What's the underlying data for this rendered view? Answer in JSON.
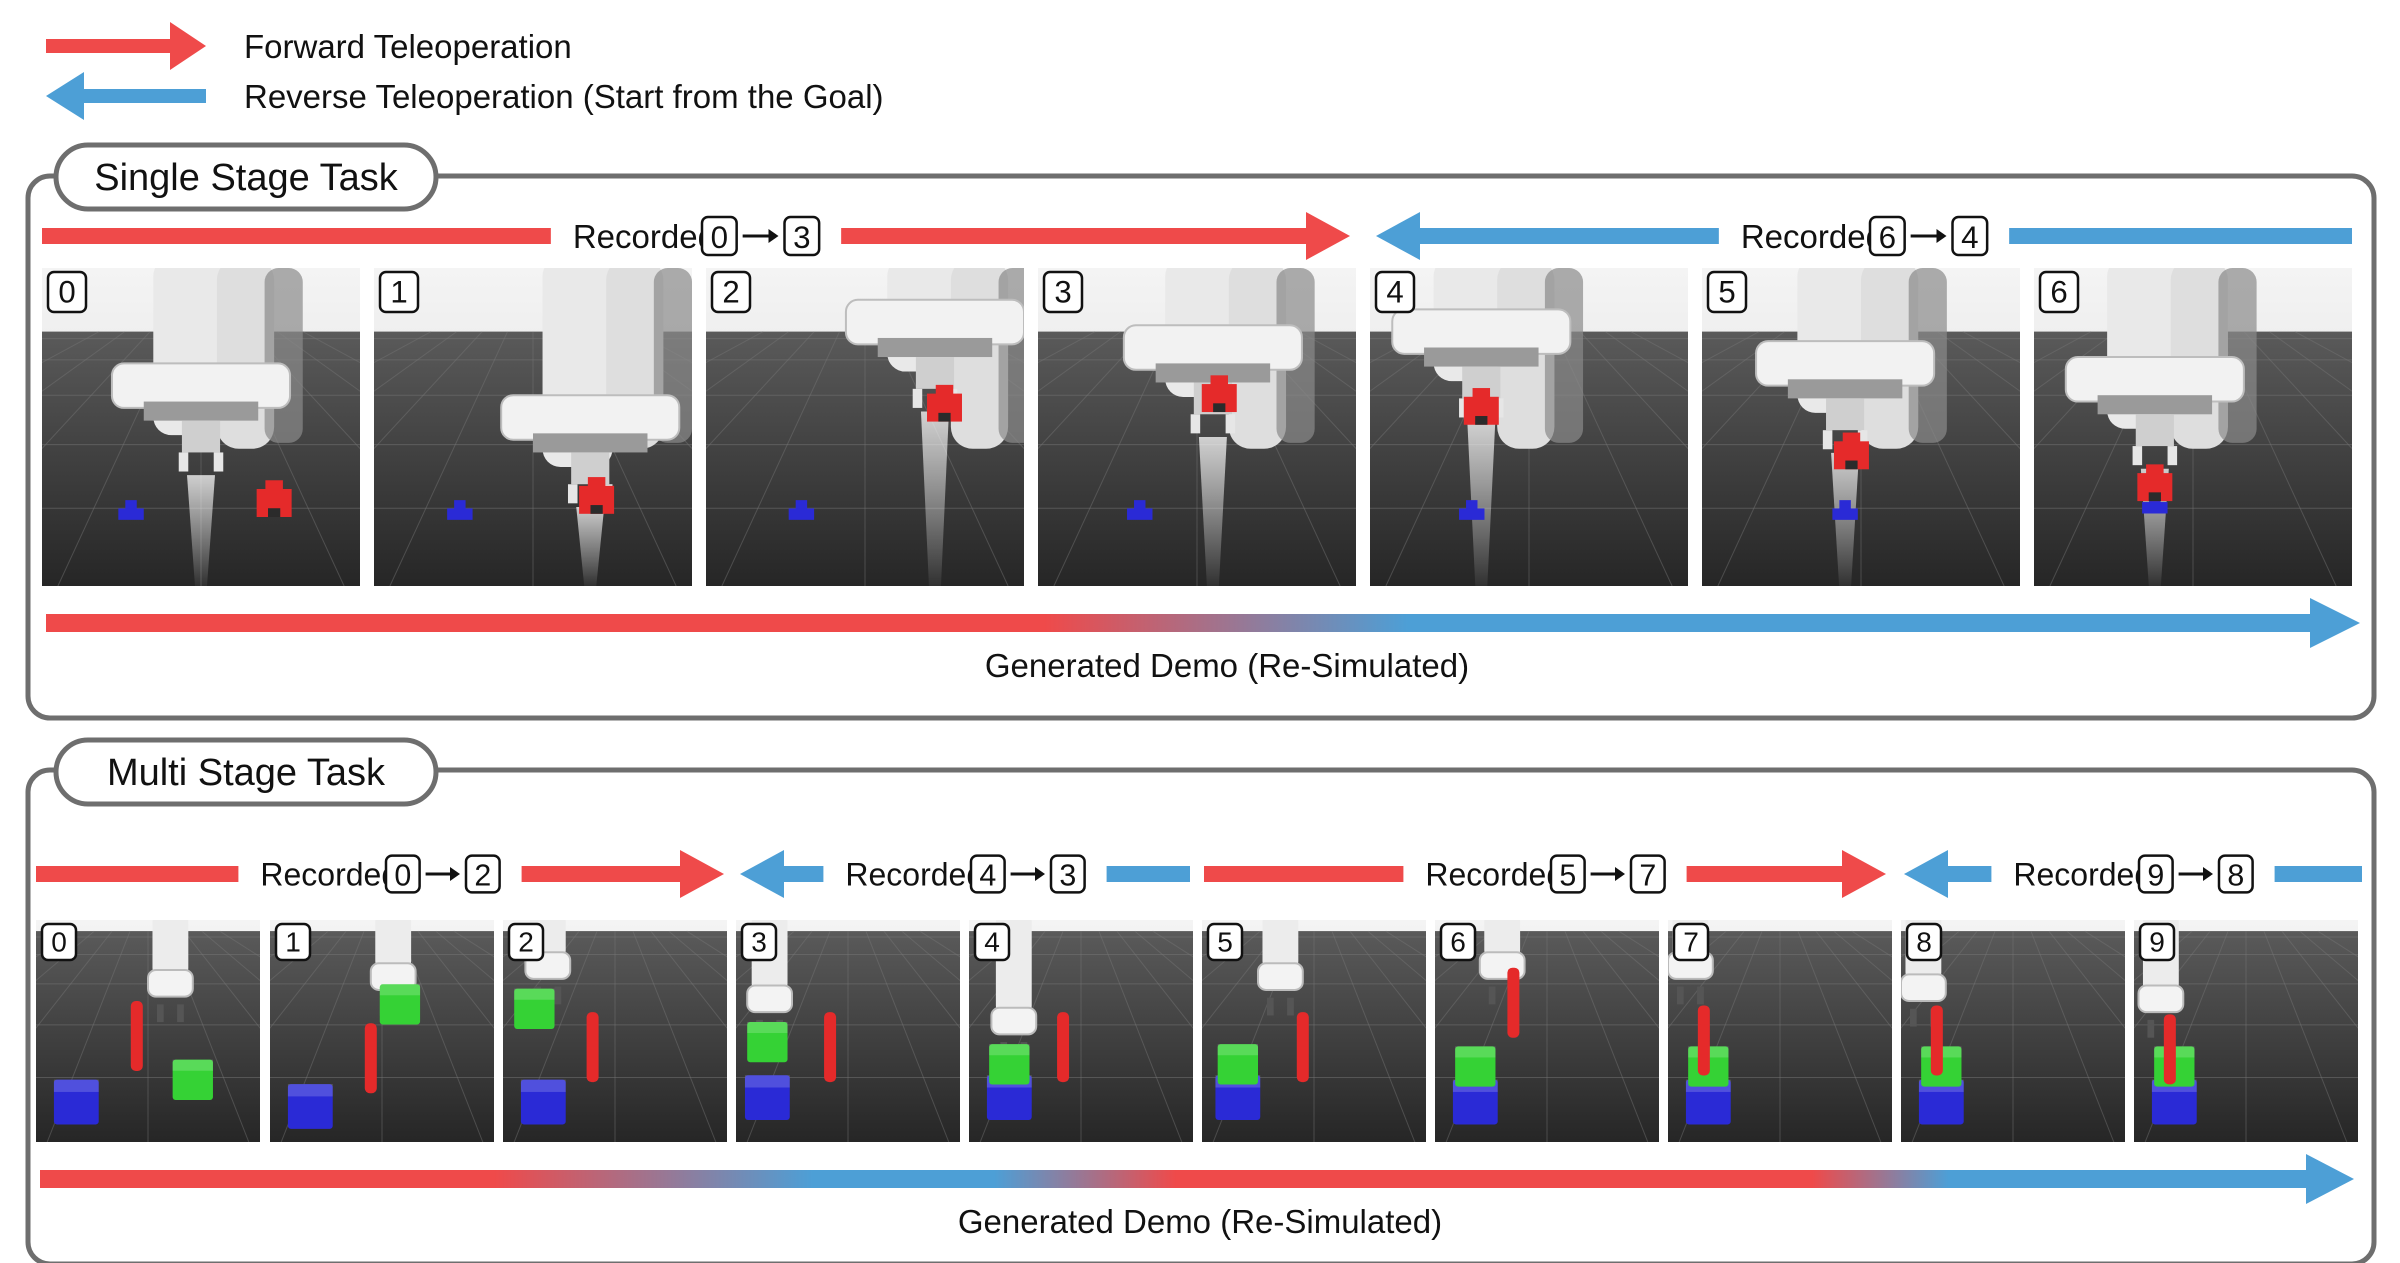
{
  "colors": {
    "forward": "#ef4a4a",
    "reverse": "#4d9fd6",
    "panel_border": "#6e6e6e",
    "floor": "#3a3a3a",
    "robot": "#ececec",
    "red_block": "#e52a2a",
    "blue_block": "#2a2ad6",
    "green_block": "#35d235"
  },
  "legend": {
    "forward_label": "Forward Teleoperation",
    "reverse_label": "Reverse Teleoperation (Start from the Goal)",
    "forward_icon": "red-arrow-right-icon",
    "reverse_icon": "blue-arrow-left-icon"
  },
  "single_stage": {
    "title": "Single Stage Task",
    "segments": [
      {
        "direction": "forward",
        "label": "Recorded",
        "from": "0",
        "to": "3",
        "frames": [
          0,
          1,
          2,
          3
        ]
      },
      {
        "direction": "reverse",
        "label": "Recorded",
        "from": "6",
        "to": "4",
        "frames": [
          4,
          5,
          6
        ]
      }
    ],
    "frames": [
      {
        "index": "0"
      },
      {
        "index": "1"
      },
      {
        "index": "2"
      },
      {
        "index": "3"
      },
      {
        "index": "4"
      },
      {
        "index": "5"
      },
      {
        "index": "6"
      }
    ],
    "generated_label": "Generated Demo (Re-Simulated)"
  },
  "multi_stage": {
    "title": "Multi Stage Task",
    "segments": [
      {
        "direction": "forward",
        "label": "Recorded",
        "from": "0",
        "to": "2",
        "frames": [
          0,
          1,
          2
        ]
      },
      {
        "direction": "reverse",
        "label": "Recorded",
        "from": "4",
        "to": "3",
        "frames": [
          3,
          4
        ]
      },
      {
        "direction": "forward",
        "label": "Recorded",
        "from": "5",
        "to": "7",
        "frames": [
          5,
          6,
          7
        ]
      },
      {
        "direction": "reverse",
        "label": "Recorded",
        "from": "9",
        "to": "8",
        "frames": [
          8,
          9
        ]
      }
    ],
    "frames": [
      {
        "index": "0"
      },
      {
        "index": "1"
      },
      {
        "index": "2"
      },
      {
        "index": "3"
      },
      {
        "index": "4"
      },
      {
        "index": "5"
      },
      {
        "index": "6"
      },
      {
        "index": "7"
      },
      {
        "index": "8"
      },
      {
        "index": "9"
      }
    ],
    "generated_label": "Generated Demo (Re-Simulated)"
  }
}
